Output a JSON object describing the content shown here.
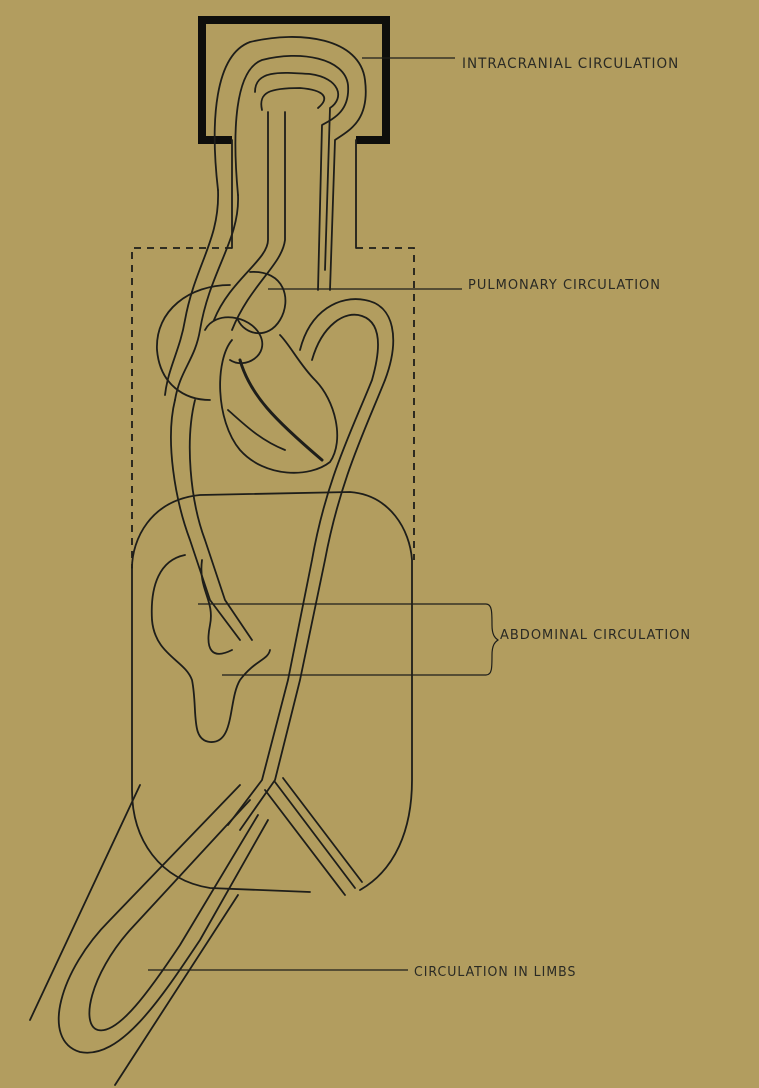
{
  "labels": {
    "intracranial": "INTRACRANIAL CIRCULATION",
    "pulmonary": "PULMONARY CIRCULATION",
    "abdominal": "ABDOMINAL CIRCULATION",
    "limbs": "CIRCULATION IN LIMBS"
  },
  "colors": {
    "background": "#b29d5f",
    "ink": "#1e1e1a"
  }
}
